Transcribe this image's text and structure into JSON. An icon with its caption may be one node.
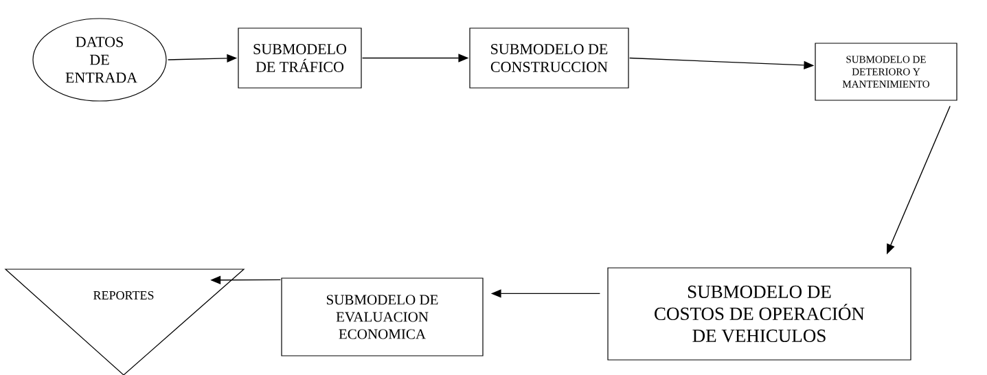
{
  "diagram": {
    "nodes": [
      {
        "text": [
          "DATOS DE ENTRADA"
        ]
      },
      {
        "text": [
          "SUBMODELO DE TRÁFICO"
        ]
      },
      {
        "text": [
          "SUBMODELO DE CONSTRUCCION"
        ]
      },
      {
        "text": [
          "SUBMODELO DE DETERIORO Y MANTENIMIENTO"
        ]
      },
      {
        "text": [
          "SUBMODELO DE COSTOS DE OPERACIÓN DE VEHICULOS"
        ]
      },
      {
        "text": [
          "SUBMODELO DE EVALUACION ECONOMICA"
        ]
      },
      {
        "text": [
          "REPORTES"
        ]
      }
    ],
    "edges": [
      {
        "from": 0,
        "to": 1,
        "arrow": "to"
      },
      {
        "from": 1,
        "to": 2,
        "arrow": "to"
      },
      {
        "from": 2,
        "to": 3,
        "arrow": "to"
      },
      {
        "from": 3,
        "to": 4,
        "arrow": "to"
      },
      {
        "from": 4,
        "to": 5,
        "arrow": "to"
      },
      {
        "from": 5,
        "to": 6,
        "arrow": "to"
      }
    ]
  }
}
